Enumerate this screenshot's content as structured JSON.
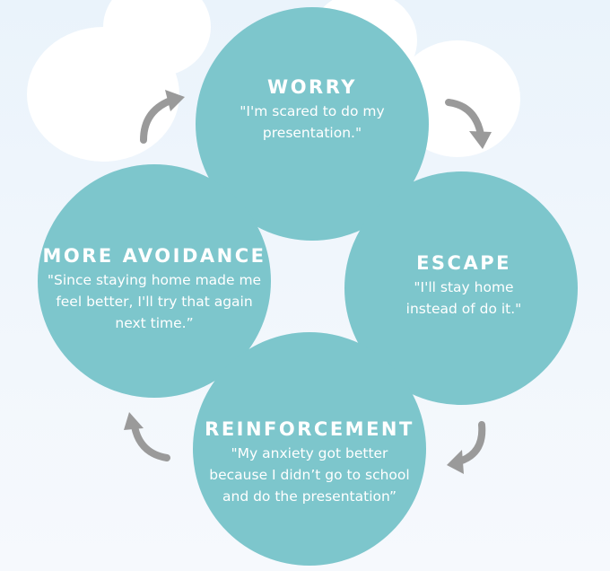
{
  "diagram": {
    "type": "cycle",
    "nodes": [
      {
        "id": "worry",
        "title": "WORRY",
        "quote": "\"I'm scared to do my\npresentation.\""
      },
      {
        "id": "escape",
        "title": "ESCAPE",
        "quote": "\"I'll stay home\ninstead of do it.\""
      },
      {
        "id": "reinforcement",
        "title": "REINFORCEMENT",
        "quote": "\"My anxiety got better\nbecause I didn’t go to school\nand do the presentation”"
      },
      {
        "id": "more-avoidance",
        "title": "MORE AVOIDANCE",
        "quote": "\"Since staying home made me\nfeel better, I'll try that again\nnext time.”"
      }
    ],
    "edges": [
      {
        "from": "worry",
        "to": "escape"
      },
      {
        "from": "escape",
        "to": "reinforcement"
      },
      {
        "from": "reinforcement",
        "to": "more-avoidance"
      },
      {
        "from": "more-avoidance",
        "to": "worry"
      }
    ],
    "colors": {
      "node_fill": "#7dc6cc",
      "node_text": "#ffffff",
      "arrow": "#9a9a9a",
      "cloud": "#ffffff"
    }
  }
}
